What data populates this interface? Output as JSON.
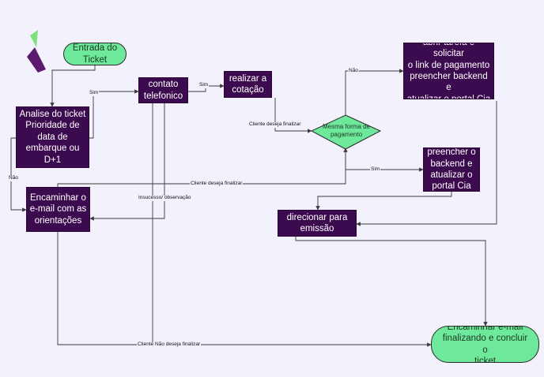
{
  "colors": {
    "background": "#f3f1fb",
    "process": "#3c0a4f",
    "terminator": "#6ee89a",
    "decision": "#6ee89a",
    "connector": "#3a3a3a"
  },
  "logo": {
    "icon": "brand-logo-icon"
  },
  "nodes": {
    "entrada": "Entrada do\nTicket",
    "analise": "Analise do ticket\nPrioridade de\ndata de\nembarque  ou\nD+1",
    "contato": "contato\ntelefonico",
    "cotacao": "realizar a\ncotação",
    "decisao": "Mesma forma de\npagamento",
    "abrir_tarefa": "abrir tarefa e solicitar\no link de pagamento\npreencher backend e\natualizar o portal Cia",
    "preencher": "preencher o\nbackend e\natualizar o\nportal Cia",
    "encaminhar_orientacoes": "Encaminhar o\ne-mail com as\norientações",
    "direcionar": "direcionar para\nemissão",
    "encaminhar_final": "Encaminhar e-mail\nfinalizando e concluir o\nticket"
  },
  "edge_labels": {
    "sim_contato": "Sim",
    "sim_cotacao": "Sim",
    "nao_analise": "Não",
    "cliente_finalizar_1": "Cliente deseja finalizar",
    "nao_decisao": "Não",
    "sim_decisao": "Sim",
    "cliente_finalizar_2": "Cliente deseja finalizar",
    "insucesso": "Insucesso/ observação",
    "cliente_nao_finalizar": "Cliente Não deseja finalizar"
  }
}
